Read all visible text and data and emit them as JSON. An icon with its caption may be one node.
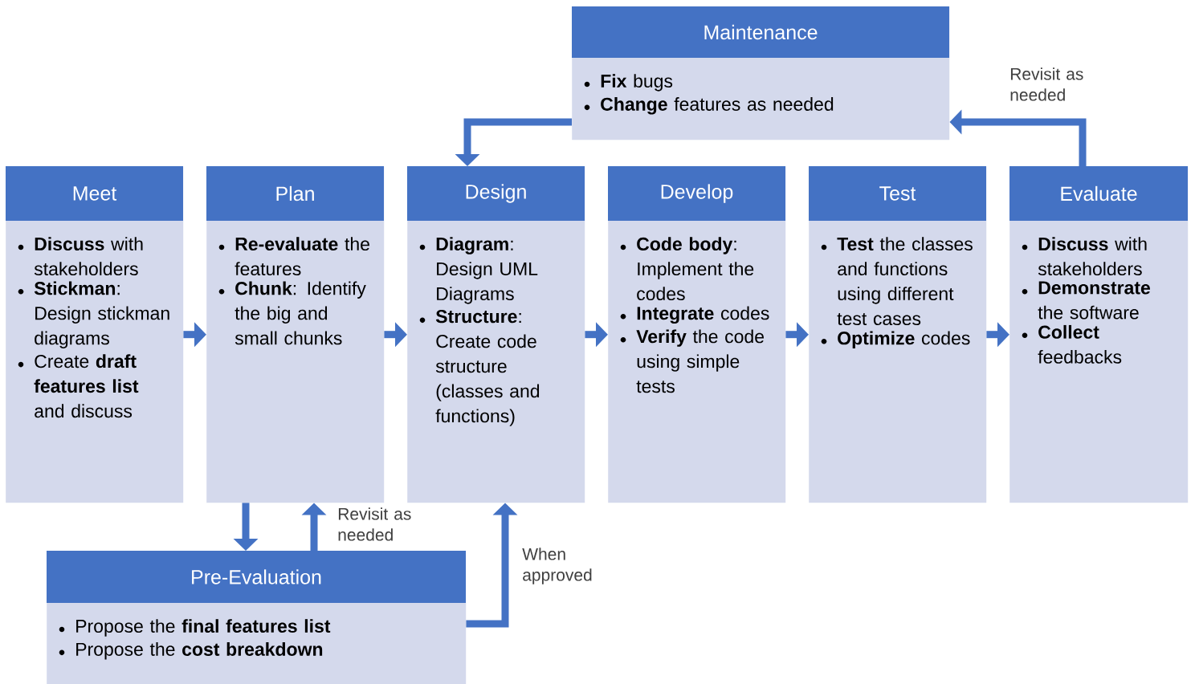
{
  "diagram": {
    "nodes": [
      {
        "text": [
          "Maintenance",
          "**Fix** bugs",
          "**Change** features as needed"
        ]
      },
      {
        "text": [
          "Meet",
          "**Discuss** with stakeholders",
          "**Stickman**: Design stickman diagrams",
          "Create **draft features list** and discuss"
        ]
      },
      {
        "text": [
          "Plan",
          "**Re-evaluate** the features",
          "**Chunk**: Identify the big and small chunks"
        ]
      },
      {
        "text": [
          "Design",
          "**Diagram**: Design UML Diagrams",
          "**Structure**: Create code structure (classes and functions)"
        ]
      },
      {
        "text": [
          "Develop",
          "**Code body**: Implement the codes",
          "**Integrate** codes",
          "**Verify** the code using simple tests"
        ]
      },
      {
        "text": [
          "Test",
          "**Test** the classes and functions using different test cases",
          "**Optimize** codes"
        ]
      },
      {
        "text": [
          "Evaluate",
          "**Discuss** with stakeholders",
          "**Demonstrate** the software",
          "**Collect** feedbacks"
        ]
      },
      {
        "text": [
          "Pre-Evaluation",
          "Propose the **final features list**",
          "Propose the **cost breakdown**"
        ]
      }
    ],
    "edges": [
      {
        "from": 1,
        "to": 2,
        "arrow": "to"
      },
      {
        "from": 2,
        "to": 3,
        "arrow": "to"
      },
      {
        "from": 3,
        "to": 4,
        "arrow": "to"
      },
      {
        "from": 4,
        "to": 5,
        "arrow": "to"
      },
      {
        "from": 5,
        "to": 6,
        "arrow": "to"
      },
      {
        "from": 0,
        "to": 3,
        "arrow": "to"
      },
      {
        "from": 6,
        "to": 0,
        "arrow": "to",
        "label": "Revisit as needed"
      },
      {
        "from": 2,
        "to": 7,
        "arrow": "to"
      },
      {
        "from": 7,
        "to": 2,
        "arrow": "to",
        "label": "Revisit as needed"
      },
      {
        "from": 7,
        "to": 3,
        "arrow": "to",
        "label": "When approved"
      }
    ]
  }
}
